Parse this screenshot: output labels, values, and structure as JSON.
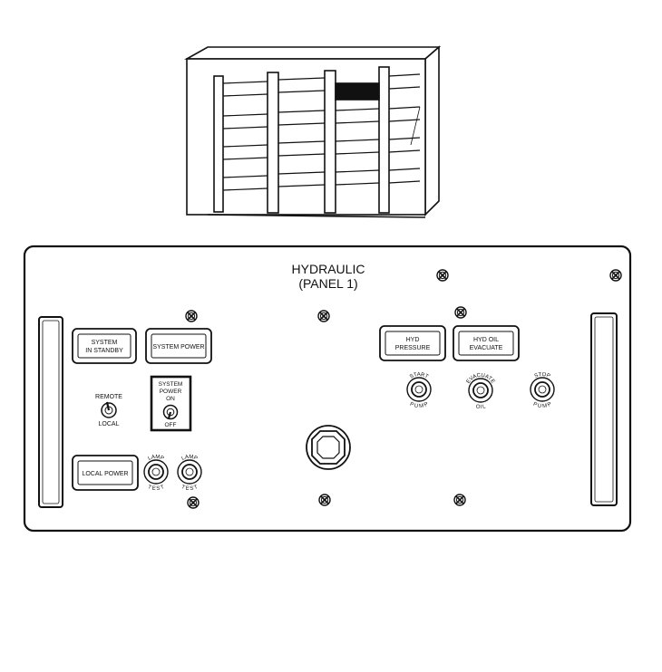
{
  "panel": {
    "title_line1": "HYDRAULIC",
    "title_line2": "(PANEL 1)"
  },
  "indicators": {
    "system_standby_line1": "SYSTEM",
    "system_standby_line2": "IN STANDBY",
    "system_power": "SYSTEM POWER",
    "hyd_pressure_line1": "HYD",
    "hyd_pressure_line2": "PRESSURE",
    "hyd_oil_evacuate_line1": "HYD OIL",
    "hyd_oil_evacuate_line2": "EVACUATE",
    "local_power": "LOCAL POWER"
  },
  "switches": {
    "remote_local_top": "REMOTE",
    "remote_local_bottom": "LOCAL",
    "system_power_line1": "SYSTEM",
    "system_power_line2": "POWER",
    "system_power_on": "ON",
    "system_power_off": "OFF"
  },
  "pushbuttons": {
    "start_pump_top": "START",
    "start_pump_bottom": "PUMP",
    "evacuate_oil_top": "EVACUATE",
    "evacuate_oil_bottom": "OIL",
    "stop_pump_top": "STOP",
    "stop_pump_bottom": "PUMP",
    "lamp_test_1_top": "LAMP",
    "lamp_test_1_bottom": "TEST",
    "lamp_test_2_top": "LAMP",
    "lamp_test_2_bottom": "TEST"
  }
}
